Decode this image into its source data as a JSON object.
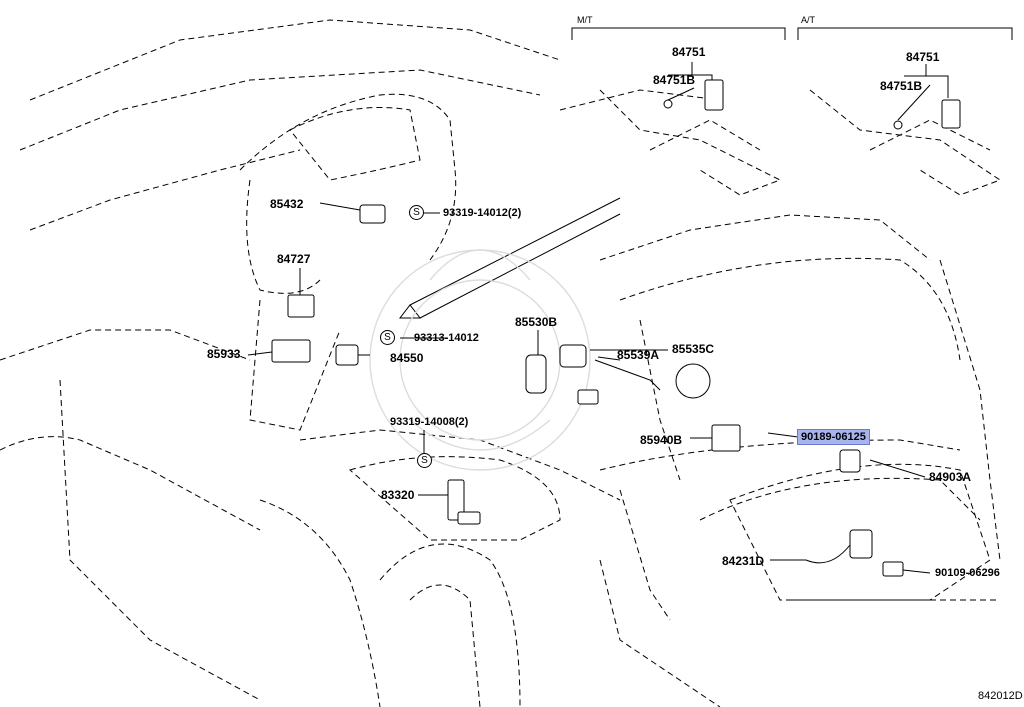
{
  "diagram": {
    "headers": {
      "mt": "M/T",
      "at": "A/T"
    },
    "parts": {
      "p84751_mt": "84751",
      "p84751b_mt": "84751B",
      "p84751_at": "84751",
      "p84751b_at": "84751B",
      "p85432": "85432",
      "p93319_14012": "93319-14012(2)",
      "p84727": "84727",
      "p85530b": "85530B",
      "p85539a": "85539A",
      "p85535c": "85535C",
      "p93313_14012": "93313-14012",
      "p85933": "85933",
      "p84550": "84550",
      "p93319_14008": "93319-14008(2)",
      "p85940b": "85940B",
      "p90189_06125": "90189-06125",
      "p84903a": "84903A",
      "p83320": "83320",
      "p84231d": "84231D",
      "p90109_06296": "90109-06296"
    },
    "s_mark": "S",
    "reference": "842012D"
  }
}
